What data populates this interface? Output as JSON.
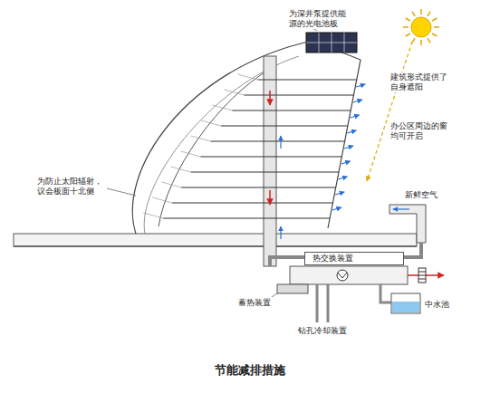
{
  "diagram": {
    "caption": "节能减排措施",
    "nodes": [
      {
        "text": [
          "热交换装置"
        ]
      }
    ],
    "labels": [
      "为深井泵提供能源的光电池板",
      "建筑形式提供了自身遮阳",
      "办公区周边的窗均可开启",
      "为防止太阳辐射，议会板面十北侧",
      "新鲜空气",
      "蓄热装置",
      "钻孔冷却装置",
      "中水池"
    ]
  }
}
